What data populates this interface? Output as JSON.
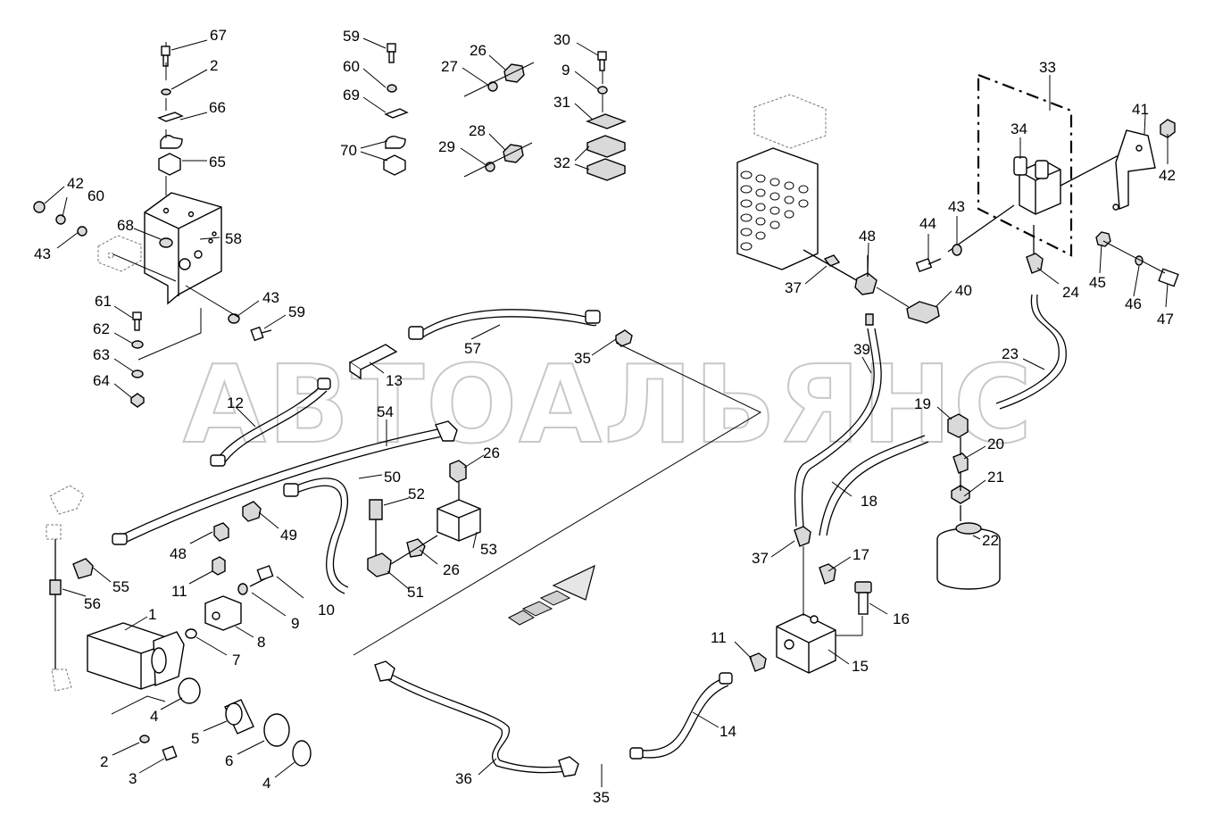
{
  "watermark": "АВТОАЛЬЯНС",
  "callouts": [
    {
      "id": "c1",
      "label": "1"
    },
    {
      "id": "c2a",
      "label": "2"
    },
    {
      "id": "c2b",
      "label": "2"
    },
    {
      "id": "c3",
      "label": "3"
    },
    {
      "id": "c4a",
      "label": "4"
    },
    {
      "id": "c4b",
      "label": "4"
    },
    {
      "id": "c5",
      "label": "5"
    },
    {
      "id": "c6",
      "label": "6"
    },
    {
      "id": "c7",
      "label": "7"
    },
    {
      "id": "c8",
      "label": "8"
    },
    {
      "id": "c9a",
      "label": "9"
    },
    {
      "id": "c9b",
      "label": "9"
    },
    {
      "id": "c10",
      "label": "10"
    },
    {
      "id": "c11a",
      "label": "11"
    },
    {
      "id": "c11b",
      "label": "11"
    },
    {
      "id": "c12",
      "label": "12"
    },
    {
      "id": "c13",
      "label": "13"
    },
    {
      "id": "c14",
      "label": "14"
    },
    {
      "id": "c15",
      "label": "15"
    },
    {
      "id": "c16",
      "label": "16"
    },
    {
      "id": "c17",
      "label": "17"
    },
    {
      "id": "c18",
      "label": "18"
    },
    {
      "id": "c19",
      "label": "19"
    },
    {
      "id": "c20",
      "label": "20"
    },
    {
      "id": "c21",
      "label": "21"
    },
    {
      "id": "c22",
      "label": "22"
    },
    {
      "id": "c23",
      "label": "23"
    },
    {
      "id": "c24",
      "label": "24"
    },
    {
      "id": "c26a",
      "label": "26"
    },
    {
      "id": "c26b",
      "label": "26"
    },
    {
      "id": "c26c",
      "label": "26"
    },
    {
      "id": "c27",
      "label": "27"
    },
    {
      "id": "c28",
      "label": "28"
    },
    {
      "id": "c29",
      "label": "29"
    },
    {
      "id": "c30",
      "label": "30"
    },
    {
      "id": "c31",
      "label": "31"
    },
    {
      "id": "c32",
      "label": "32"
    },
    {
      "id": "c33",
      "label": "33"
    },
    {
      "id": "c34",
      "label": "34"
    },
    {
      "id": "c35a",
      "label": "35"
    },
    {
      "id": "c35b",
      "label": "35"
    },
    {
      "id": "c36",
      "label": "36"
    },
    {
      "id": "c37a",
      "label": "37"
    },
    {
      "id": "c37b",
      "label": "37"
    },
    {
      "id": "c39",
      "label": "39"
    },
    {
      "id": "c40",
      "label": "40"
    },
    {
      "id": "c41",
      "label": "41"
    },
    {
      "id": "c42a",
      "label": "42"
    },
    {
      "id": "c42b",
      "label": "42"
    },
    {
      "id": "c43a",
      "label": "43"
    },
    {
      "id": "c43b",
      "label": "43"
    },
    {
      "id": "c43c",
      "label": "43"
    },
    {
      "id": "c44",
      "label": "44"
    },
    {
      "id": "c45",
      "label": "45"
    },
    {
      "id": "c46",
      "label": "46"
    },
    {
      "id": "c47",
      "label": "47"
    },
    {
      "id": "c48a",
      "label": "48"
    },
    {
      "id": "c48b",
      "label": "48"
    },
    {
      "id": "c49",
      "label": "49"
    },
    {
      "id": "c50",
      "label": "50"
    },
    {
      "id": "c51",
      "label": "51"
    },
    {
      "id": "c52",
      "label": "52"
    },
    {
      "id": "c53",
      "label": "53"
    },
    {
      "id": "c54",
      "label": "54"
    },
    {
      "id": "c55",
      "label": "55"
    },
    {
      "id": "c56",
      "label": "56"
    },
    {
      "id": "c57",
      "label": "57"
    },
    {
      "id": "c58",
      "label": "58"
    },
    {
      "id": "c59a",
      "label": "59"
    },
    {
      "id": "c59b",
      "label": "59"
    },
    {
      "id": "c60a",
      "label": "60"
    },
    {
      "id": "c60b",
      "label": "60"
    },
    {
      "id": "c61",
      "label": "61"
    },
    {
      "id": "c62",
      "label": "62"
    },
    {
      "id": "c63",
      "label": "63"
    },
    {
      "id": "c64",
      "label": "64"
    },
    {
      "id": "c65",
      "label": "65"
    },
    {
      "id": "c66",
      "label": "66"
    },
    {
      "id": "c67",
      "label": "67"
    },
    {
      "id": "c68",
      "label": "68"
    },
    {
      "id": "c69",
      "label": "69"
    },
    {
      "id": "c70",
      "label": "70"
    }
  ]
}
